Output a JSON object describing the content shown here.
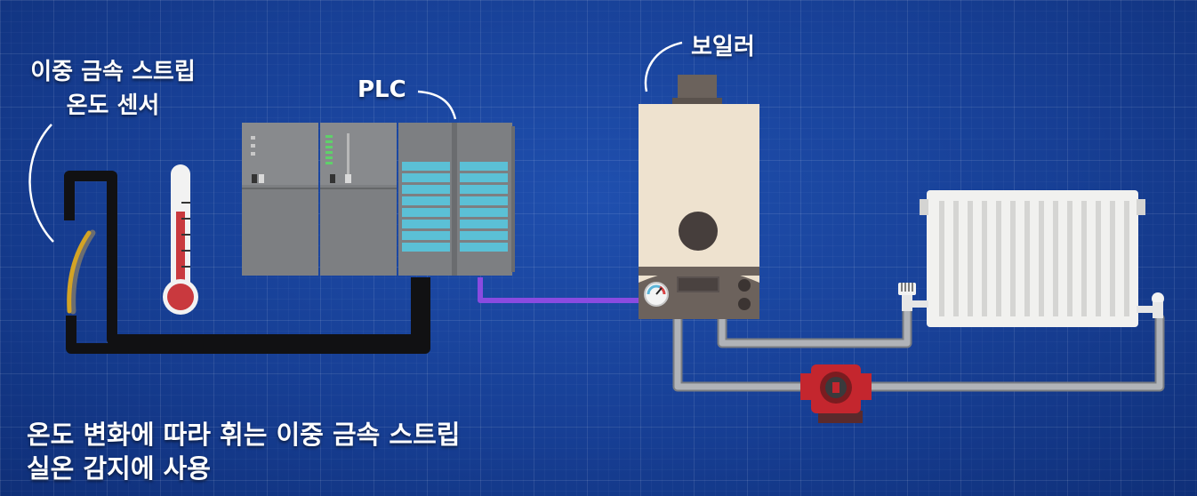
{
  "labels": {
    "sensor_line1": "이중 금속 스트립",
    "sensor_line2": "온도 센서",
    "plc": "PLC",
    "boiler": "보일러"
  },
  "caption": {
    "line1": "온도 변화에 따라 휘는 이중 금속 스트립",
    "line2": "실온 감지에 사용"
  },
  "colors": {
    "background": "#173f95",
    "plc_body": "#7d7f82",
    "plc_io": "#5bc0d6",
    "boiler_body": "#eee2cf",
    "boiler_panel": "#6c625c",
    "radiator": "#f1f1ef",
    "pipe": "#b0b3b8",
    "pump": "#c4262e",
    "signal_wire": "#8a4be0",
    "sensor_wire": "#1d1d1f",
    "thermometer_fill": "#c9393e"
  }
}
